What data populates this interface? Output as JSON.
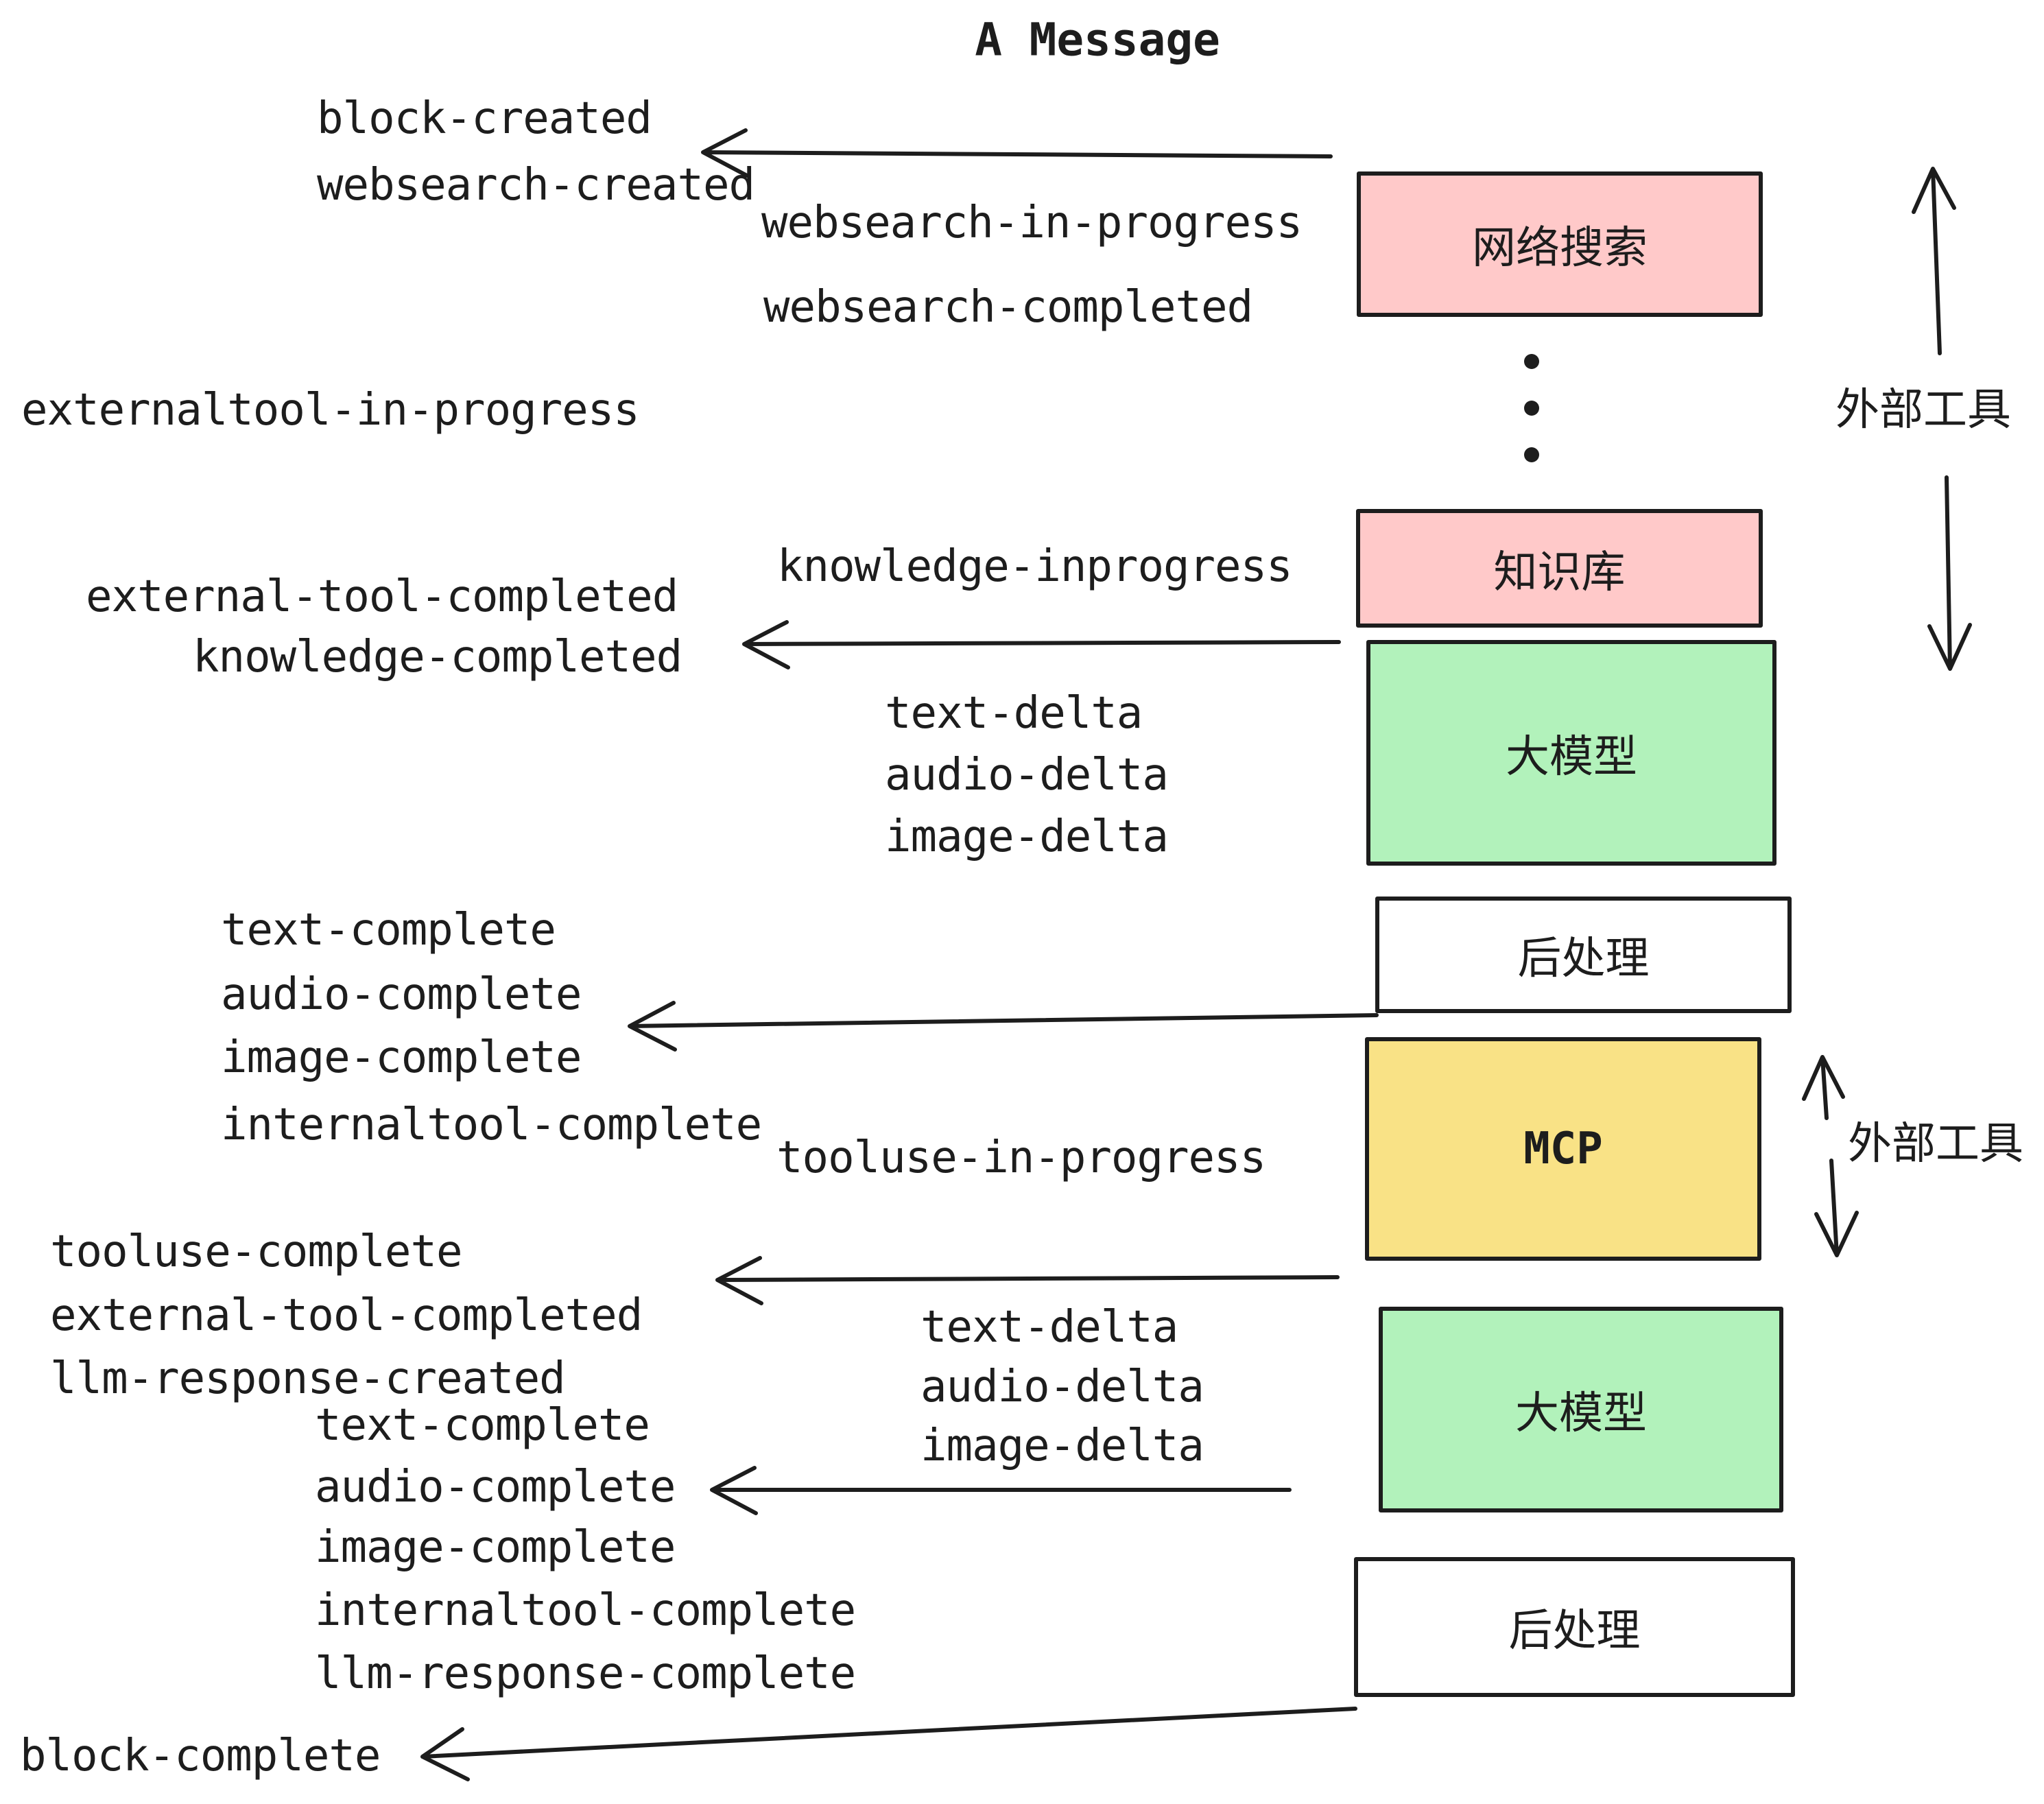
{
  "title": "A Message",
  "boxes": {
    "websearch": {
      "label": "网络搜索",
      "color": "#ffc9c9"
    },
    "knowledge": {
      "label": "知识库",
      "color": "#ffc9c9"
    },
    "llm_top": {
      "label": "大模型",
      "color": "#b2f2bb"
    },
    "post_top": {
      "label": "后处理",
      "color": "#ffffff"
    },
    "mcp": {
      "label": "MCP",
      "color": "#f9e286"
    },
    "llm_bottom": {
      "label": "大模型",
      "color": "#b2f2bb"
    },
    "post_bottom": {
      "label": "后处理",
      "color": "#ffffff"
    }
  },
  "side_labels": {
    "external_tools_top": "外部工具",
    "external_tools_bottom": "外部工具"
  },
  "events": {
    "block_created": "block-created",
    "websearch_created": "websearch-created",
    "websearch_in_progress": "websearch-in-progress",
    "websearch_completed": "websearch-completed",
    "externaltool_in_progress": "externaltool-in-progress",
    "knowledge_inprogress": "knowledge-inprogress",
    "external_tool_completed_top": "external-tool-completed",
    "knowledge_completed": "knowledge-completed",
    "deltas_top": [
      "text-delta",
      "audio-delta",
      "image-delta"
    ],
    "completes_top": [
      "text-complete",
      "audio-complete",
      "image-complete",
      "internaltool-complete"
    ],
    "tooluse_in_progress": "tooluse-in-progress",
    "tooluse_complete": "tooluse-complete",
    "external_tool_completed_mid": "external-tool-completed",
    "llm_response_created": "llm-response-created",
    "deltas_bottom": [
      "text-delta",
      "audio-delta",
      "image-delta"
    ],
    "completes_bottom": [
      "text-complete",
      "audio-complete",
      "image-complete",
      "internaltool-complete",
      "llm-response-complete"
    ],
    "block_complete": "block-complete"
  },
  "colors": {
    "ink": "#1d1d1d",
    "pink": "#ffc9c9",
    "green": "#b2f2bb",
    "yellow": "#f9e286",
    "background": "#ffffff"
  }
}
